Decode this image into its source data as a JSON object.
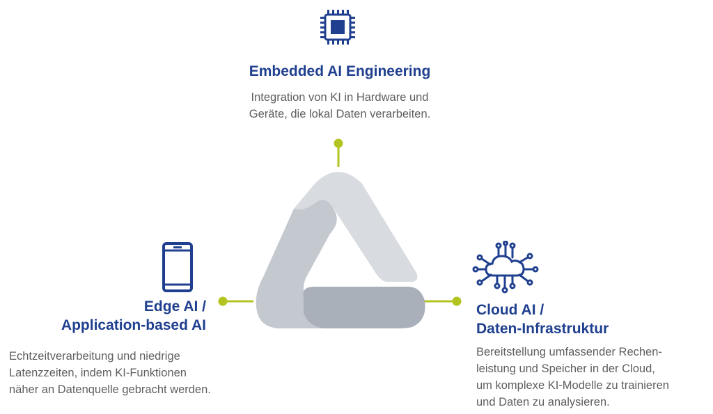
{
  "colors": {
    "primary_blue": "#1f3f8f",
    "connector_lime": "#b3c31f",
    "triangle_light": "#d8dbe0",
    "triangle_mid": "#c4c8cf",
    "triangle_dark": "#aab0ba",
    "text_gray": "#5e5e5e"
  },
  "top": {
    "icon": "chip-icon",
    "title": "Embedded AI Engineering",
    "desc_line1": "Integration von KI in Hardware und",
    "desc_line2": "Geräte, die lokal Daten verarbeiten."
  },
  "left": {
    "icon": "smartphone-icon",
    "title_line1": "Edge AI /",
    "title_line2": "Application-based AI",
    "desc_line1": "Echtzeitverarbeitung und niedrige",
    "desc_line2": "Latenzzeiten, indem KI-Funktionen",
    "desc_line3": "näher an Datenquelle gebracht werden."
  },
  "right": {
    "icon": "cloud-network-icon",
    "title_line1": "Cloud AI /",
    "title_line2": "Daten-Infrastruktur",
    "desc_line1": "Bereitstellung umfassender Rechen-",
    "desc_line2": "leistung und Speicher in der Cloud,",
    "desc_line3": "um komplexe KI-Modelle zu trainieren",
    "desc_line4": "und Daten zu analysieren."
  }
}
